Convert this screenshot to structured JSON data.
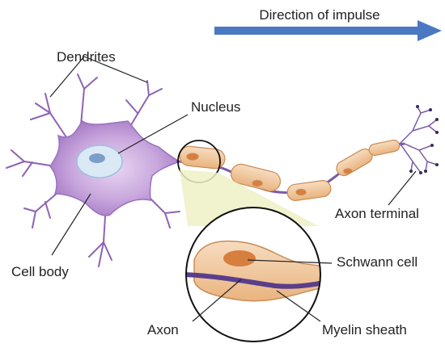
{
  "labels": {
    "direction": "Direction of impulse",
    "dendrites": "Dendrites",
    "nucleus": "Nucleus",
    "cell_body": "Cell body",
    "axon_terminal": "Axon terminal",
    "schwann_cell": "Schwann cell",
    "axon": "Axon",
    "myelin_sheath": "Myelin sheath"
  },
  "colors": {
    "arrow": "#4a78c2",
    "cell_body": "#c9a7dd",
    "cell_body_dark": "#8e63b3",
    "nucleus": "#dbe9f5",
    "nucleolus": "#7b9fc9",
    "myelin": "#f1c9a3",
    "myelin_dark": "#c98c55",
    "schwann_nucleus": "#d77f3e",
    "axon": "#5a3e8c",
    "zoom_fill": "#eef0c6"
  }
}
